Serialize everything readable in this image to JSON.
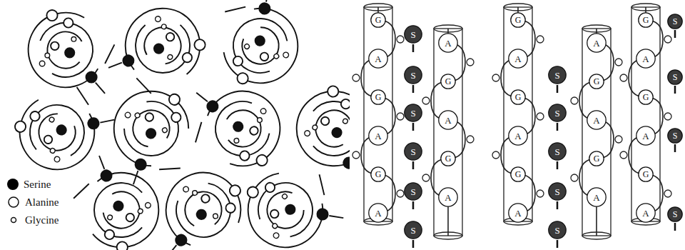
{
  "diagram": {
    "nodes": [
      {
        "text": [
          "G"
        ]
      },
      {
        "text": [
          "A"
        ]
      },
      {
        "text": [
          "G"
        ]
      },
      {
        "text": [
          "A"
        ]
      },
      {
        "text": [
          "G"
        ]
      },
      {
        "text": [
          "A"
        ]
      },
      {
        "text": [
          "A"
        ]
      },
      {
        "text": [
          "G"
        ]
      },
      {
        "text": [
          "A"
        ]
      },
      {
        "text": [
          "G"
        ]
      },
      {
        "text": [
          "A"
        ]
      },
      {
        "text": [
          "G"
        ]
      },
      {
        "text": [
          "A"
        ]
      },
      {
        "text": [
          "G"
        ]
      },
      {
        "text": [
          "A"
        ]
      },
      {
        "text": [
          "G"
        ]
      },
      {
        "text": [
          "A"
        ]
      },
      {
        "text": [
          "A"
        ]
      },
      {
        "text": [
          "G"
        ]
      },
      {
        "text": [
          "A"
        ]
      },
      {
        "text": [
          "G"
        ]
      },
      {
        "text": [
          "A"
        ]
      },
      {
        "text": [
          "G"
        ]
      },
      {
        "text": [
          "A"
        ]
      },
      {
        "text": [
          "G"
        ]
      },
      {
        "text": [
          "A"
        ]
      },
      {
        "text": [
          "G"
        ]
      },
      {
        "text": [
          "A"
        ]
      },
      {
        "text": [
          "S"
        ]
      },
      {
        "text": [
          "S"
        ]
      },
      {
        "text": [
          "S"
        ]
      },
      {
        "text": [
          "S"
        ]
      },
      {
        "text": [
          "S"
        ]
      },
      {
        "text": [
          "S"
        ]
      },
      {
        "text": [
          "S"
        ]
      },
      {
        "text": [
          "S"
        ]
      },
      {
        "text": [
          "S"
        ]
      },
      {
        "text": [
          "S"
        ]
      },
      {
        "text": [
          "S"
        ]
      },
      {
        "text": [
          "S"
        ]
      },
      {
        "text": [
          "S"
        ]
      },
      {
        "text": [
          "S"
        ]
      },
      {
        "text": [
          "S"
        ]
      }
    ],
    "legend": [
      {
        "text": "Serine",
        "color": "#000000"
      },
      {
        "text": "Alanine"
      },
      {
        "text": "Glycine"
      }
    ]
  }
}
